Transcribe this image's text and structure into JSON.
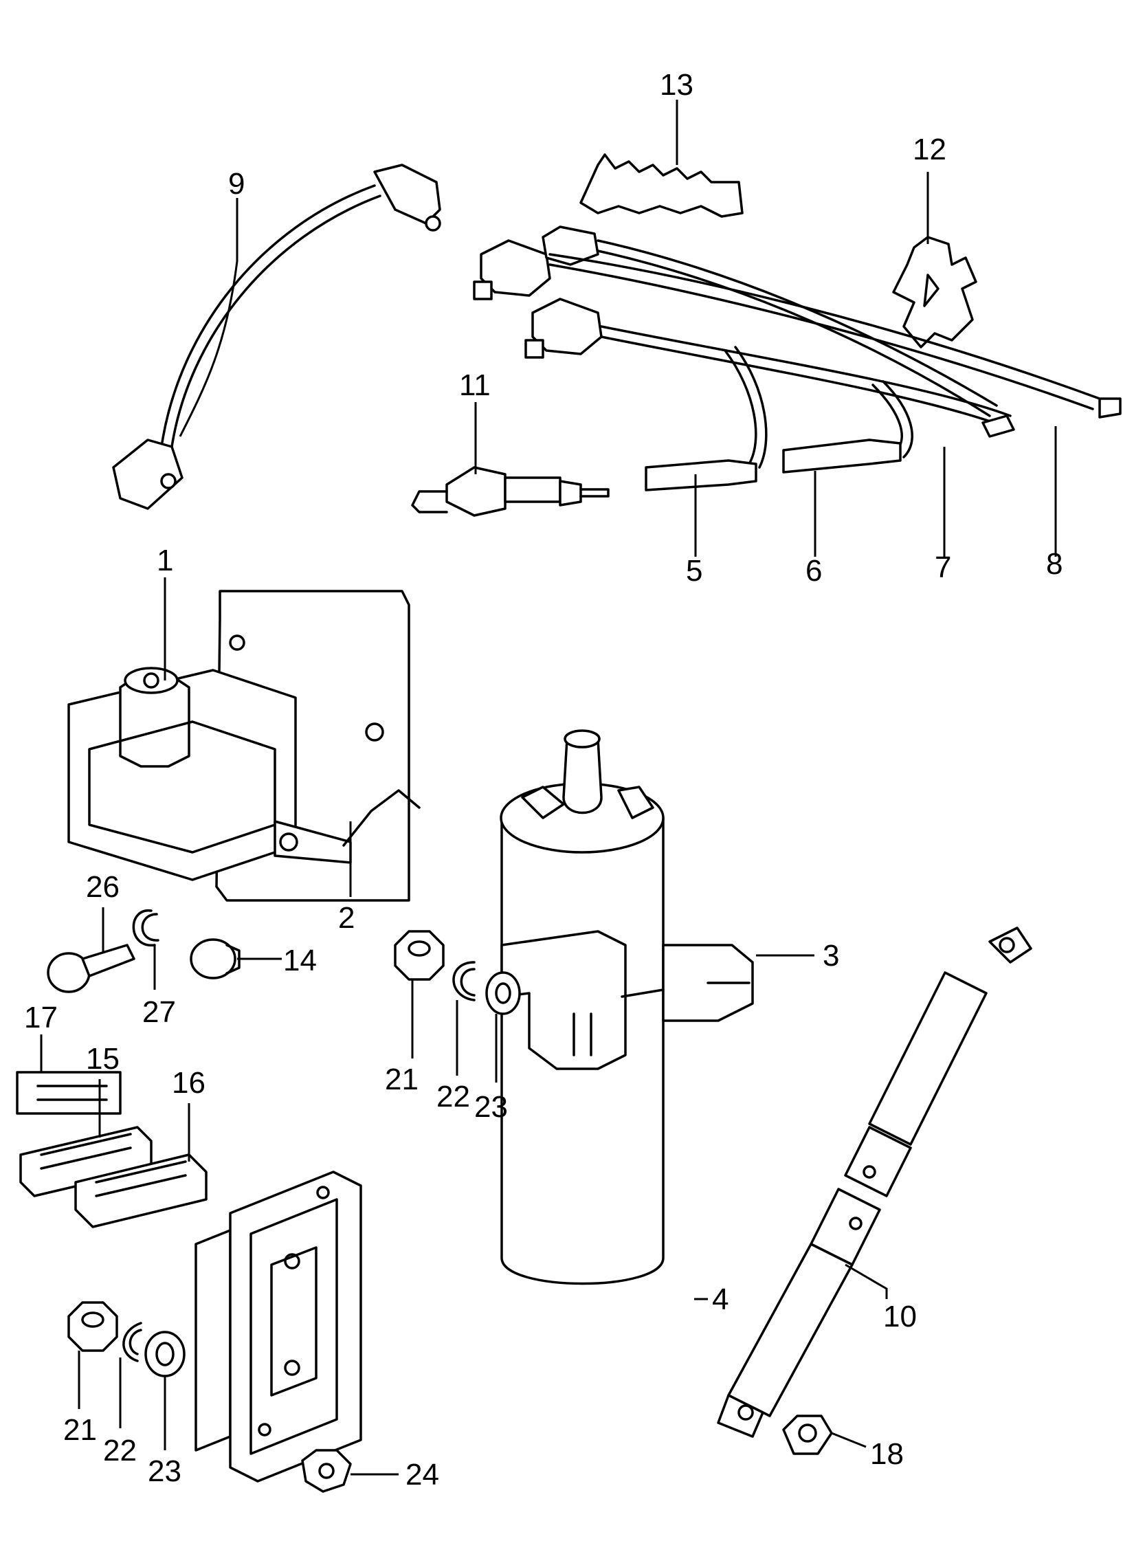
{
  "diagram": {
    "callouts": {
      "c1": "1",
      "c2": "2",
      "c3": "3",
      "c4": "4",
      "c5": "5",
      "c6": "6",
      "c7": "7",
      "c8": "8",
      "c9": "9",
      "c10": "10",
      "c11": "11",
      "c12": "12",
      "c13": "13",
      "c14": "14",
      "c15": "15",
      "c16": "16",
      "c17": "17",
      "c18": "18",
      "c21a": "21",
      "c22a": "22",
      "c23a": "23",
      "c21b": "21",
      "c22b": "22",
      "c23b": "23",
      "c24": "24",
      "c26": "26",
      "c27": "27"
    }
  }
}
